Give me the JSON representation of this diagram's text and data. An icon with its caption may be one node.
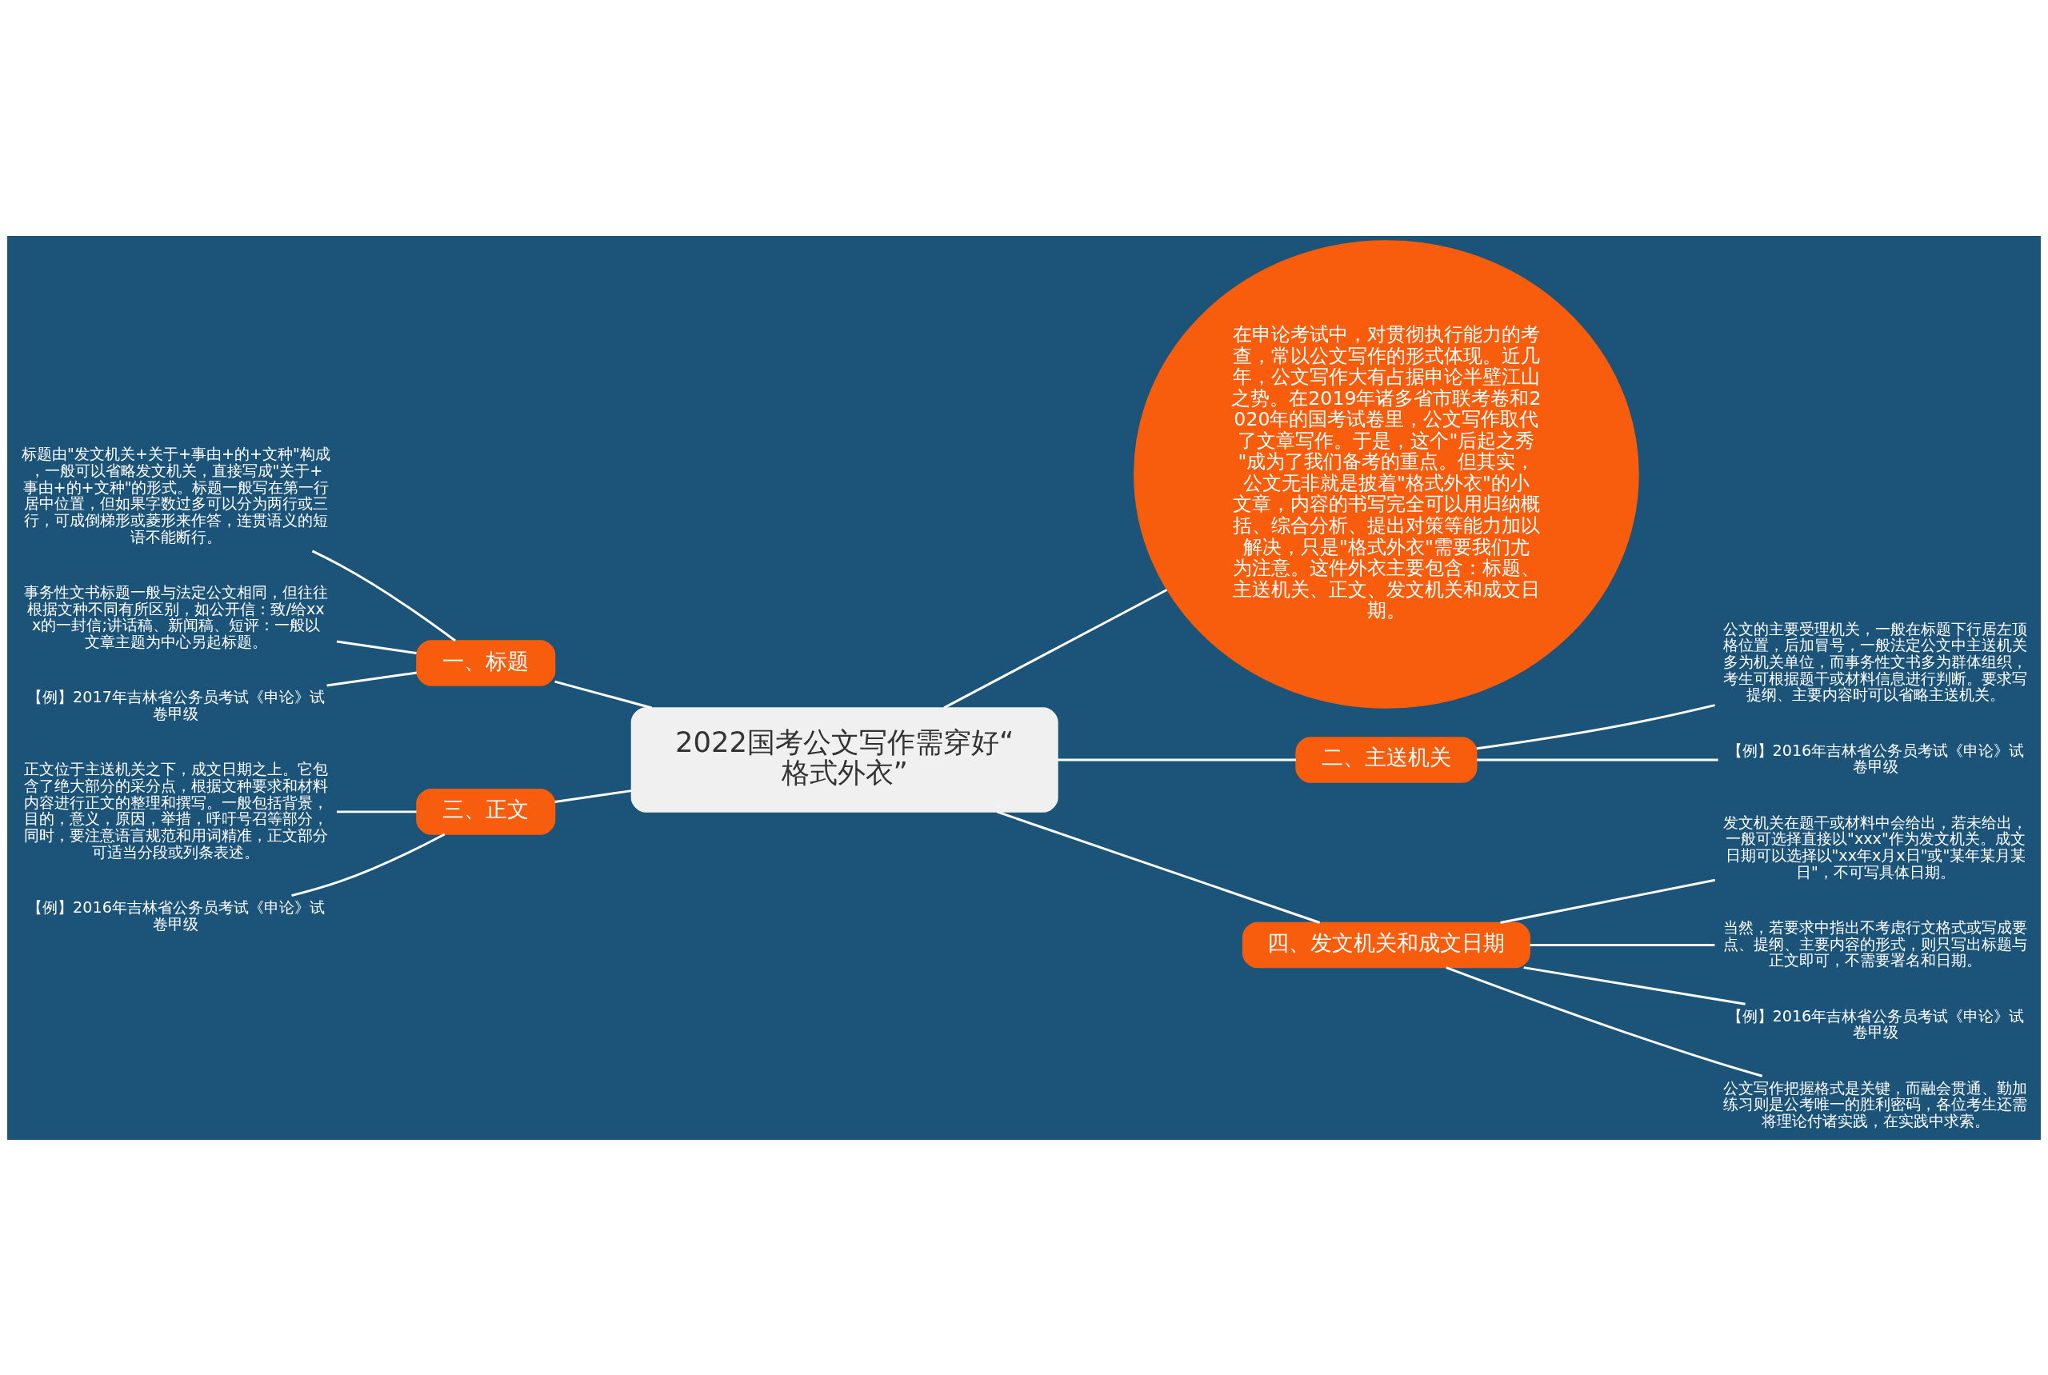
{
  "diagram": {
    "nodes": [
      {
        "text": [
          "2022国考公文写作需穿好“格式外衣”"
        ]
      },
      {
        "text": [
          "在申论考试中，对贯彻执行能力的考查，常以公文写作的形式体现。近几年，公文写作大有占据申论半壁江山之势。在2019年诸多省市联考卷和2020年的国考试卷里，公文写作取代了文章写作。于是，这个\"后起之秀\"成为了我们备考的重点。但其实，公文无非就是披着\"格式外衣\"的小文章，内容的书写完全可以用归纳概括、综合分析、提出对策等能力加以解决，只是\"格式外衣\"需要我们尤为注意。这件外衣主要包含：标题、主送机关、正文、发文机关和成文日期。"
        ]
      },
      {
        "text": [
          "一、标题"
        ]
      },
      {
        "text": [
          "标题由\"发文机关+关于+事由+的+文种\"构成，一般可以省略发文机关，直接写成\"关于+事由+的+文种\"的形式。标题一般写在第一行居中位置，但如果字数过多可以分为两行或三行，可成倒梯形或菱形来作答，连贯语义的短语不能断行。"
        ]
      },
      {
        "text": [
          "事务性文书标题一般与法定公文相同，但往往根据文种不同有所区别，如公开信：致/给xxx的一封信;讲话稿、新闻稿、短评：一般以文章主题为中心另起标题。"
        ]
      },
      {
        "text": [
          "【例】2017年吉林省公务员考试《申论》试卷甲级"
        ]
      },
      {
        "text": [
          "二、主送机关"
        ]
      },
      {
        "text": [
          "公文的主要受理机关，一般在标题下行居左顶格位置，后加冒号，一般法定公文中主送机关多为机关单位，而事务性文书多为群体组织，考生可根据题干或材料信息进行判断。要求写提纲、主要内容时可以省略主送机关。"
        ]
      },
      {
        "text": [
          "【例】2016年吉林省公务员考试《申论》试卷甲级"
        ]
      },
      {
        "text": [
          "三、正文"
        ]
      },
      {
        "text": [
          "正文位于主送机关之下，成文日期之上。它包含了绝大部分的采分点，根据文种要求和材料内容进行正文的整理和撰写。一般包括背景，目的，意义，原因，举措，呼吁号召等部分，同时，要注意语言规范和用词精准，正文部分可适当分段或列条表述。"
        ]
      },
      {
        "text": [
          "【例】2016年吉林省公务员考试《申论》试卷甲级"
        ]
      },
      {
        "text": [
          "四、发文机关和成文日期"
        ]
      },
      {
        "text": [
          "发文机关在题干或材料中会给出，若未给出，一般可选择直接以\"xxx\"作为发文机关。成文日期可以选择以\"xx年x月x日\"或\"某年某月某日\"，不可写具体日期。"
        ]
      },
      {
        "text": [
          "当然，若要求中指出不考虑行文格式或写成要点、提纲、主要内容的形式，则只写出标题与正文即可，不需要署名和日期。"
        ]
      },
      {
        "text": [
          "【例】2016年吉林省公务员考试《申论》试卷甲级"
        ]
      },
      {
        "text": [
          "公文写作把握格式是关键，而融会贯通、勤加练习则是公考唯一的胜利密码，各位考生还需将理论付诸实践，在实践中求索。"
        ]
      }
    ],
    "edges": [
      {
        "from": 0,
        "to": 1,
        "arrow": "none"
      },
      {
        "from": 0,
        "to": 2,
        "arrow": "none"
      },
      {
        "from": 2,
        "to": 3,
        "arrow": "none"
      },
      {
        "from": 2,
        "to": 4,
        "arrow": "none"
      },
      {
        "from": 2,
        "to": 5,
        "arrow": "none"
      },
      {
        "from": 0,
        "to": 6,
        "arrow": "none"
      },
      {
        "from": 6,
        "to": 7,
        "arrow": "none"
      },
      {
        "from": 6,
        "to": 8,
        "arrow": "none"
      },
      {
        "from": 0,
        "to": 9,
        "arrow": "none"
      },
      {
        "from": 9,
        "to": 10,
        "arrow": "none"
      },
      {
        "from": 9,
        "to": 11,
        "arrow": "none"
      },
      {
        "from": 0,
        "to": 12,
        "arrow": "none"
      },
      {
        "from": 12,
        "to": 13,
        "arrow": "none"
      },
      {
        "from": 12,
        "to": 14,
        "arrow": "none"
      },
      {
        "from": 12,
        "to": 15,
        "arrow": "none"
      },
      {
        "from": 12,
        "to": 16,
        "arrow": "none"
      }
    ]
  }
}
